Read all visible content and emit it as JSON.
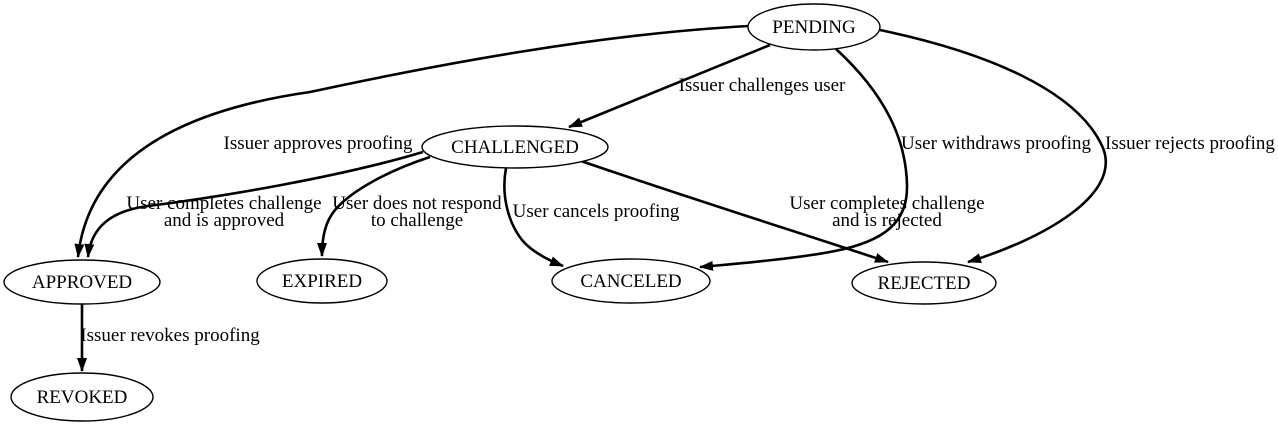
{
  "diagram": {
    "kind": "state-machine",
    "colors": {
      "background": "#ffffff",
      "line": "#000000",
      "text": "#000000"
    },
    "nodes": {
      "pending": {
        "label": "PENDING"
      },
      "challenged": {
        "label": "CHALLENGED"
      },
      "approved": {
        "label": "APPROVED"
      },
      "expired": {
        "label": "EXPIRED"
      },
      "canceled": {
        "label": "CANCELED"
      },
      "rejected": {
        "label": "REJECTED"
      },
      "revoked": {
        "label": "REVOKED"
      }
    },
    "edges": {
      "pending_challenged": {
        "from": "PENDING",
        "to": "CHALLENGED",
        "label": "Issuer challenges user"
      },
      "pending_approved": {
        "from": "PENDING",
        "to": "APPROVED",
        "label": "Issuer approves proofing"
      },
      "pending_canceled": {
        "from": "PENDING",
        "to": "CANCELED",
        "label": "User withdraws proofing"
      },
      "pending_rejected": {
        "from": "PENDING",
        "to": "REJECTED",
        "label": "Issuer rejects proofing"
      },
      "challenged_approved": {
        "from": "CHALLENGED",
        "to": "APPROVED",
        "label1": "User completes challenge",
        "label2": "and is approved"
      },
      "challenged_expired": {
        "from": "CHALLENGED",
        "to": "EXPIRED",
        "label1": "User does not respond",
        "label2": "to challenge"
      },
      "challenged_canceled": {
        "from": "CHALLENGED",
        "to": "CANCELED",
        "label": "User cancels proofing"
      },
      "challenged_rejected": {
        "from": "CHALLENGED",
        "to": "REJECTED",
        "label1": "User completes challenge",
        "label2": "and is rejected"
      },
      "approved_revoked": {
        "from": "APPROVED",
        "to": "REVOKED",
        "label": "Issuer revokes proofing"
      }
    }
  }
}
